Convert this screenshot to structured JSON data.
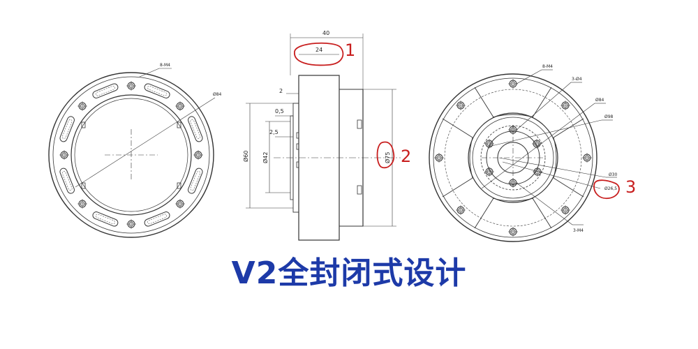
{
  "caption": "V2全封闭式设计",
  "left_view": {
    "hole_label": "8-M4",
    "diameter_label": "Ø84"
  },
  "side_view": {
    "overall_width": "40",
    "inner_width": "24",
    "step_2": "2",
    "step_05": "0,5",
    "step_25": "2,5",
    "dia_60": "Ø60",
    "dia_42": "Ø42",
    "dia_75": "Ø75"
  },
  "right_view": {
    "label_8m4": "8-M4",
    "label_3d4": "3-Ø4",
    "label_d84": "Ø84",
    "label_d98": "Ø98",
    "label_d30": "Ø30",
    "label_d265": "Ø26,5",
    "label_3m4": "3-M4"
  },
  "annotations": [
    "1",
    "2",
    "3"
  ],
  "colors": {
    "line": "#333333",
    "annotation": "#c81e1e",
    "caption": "#1d3aa8"
  }
}
